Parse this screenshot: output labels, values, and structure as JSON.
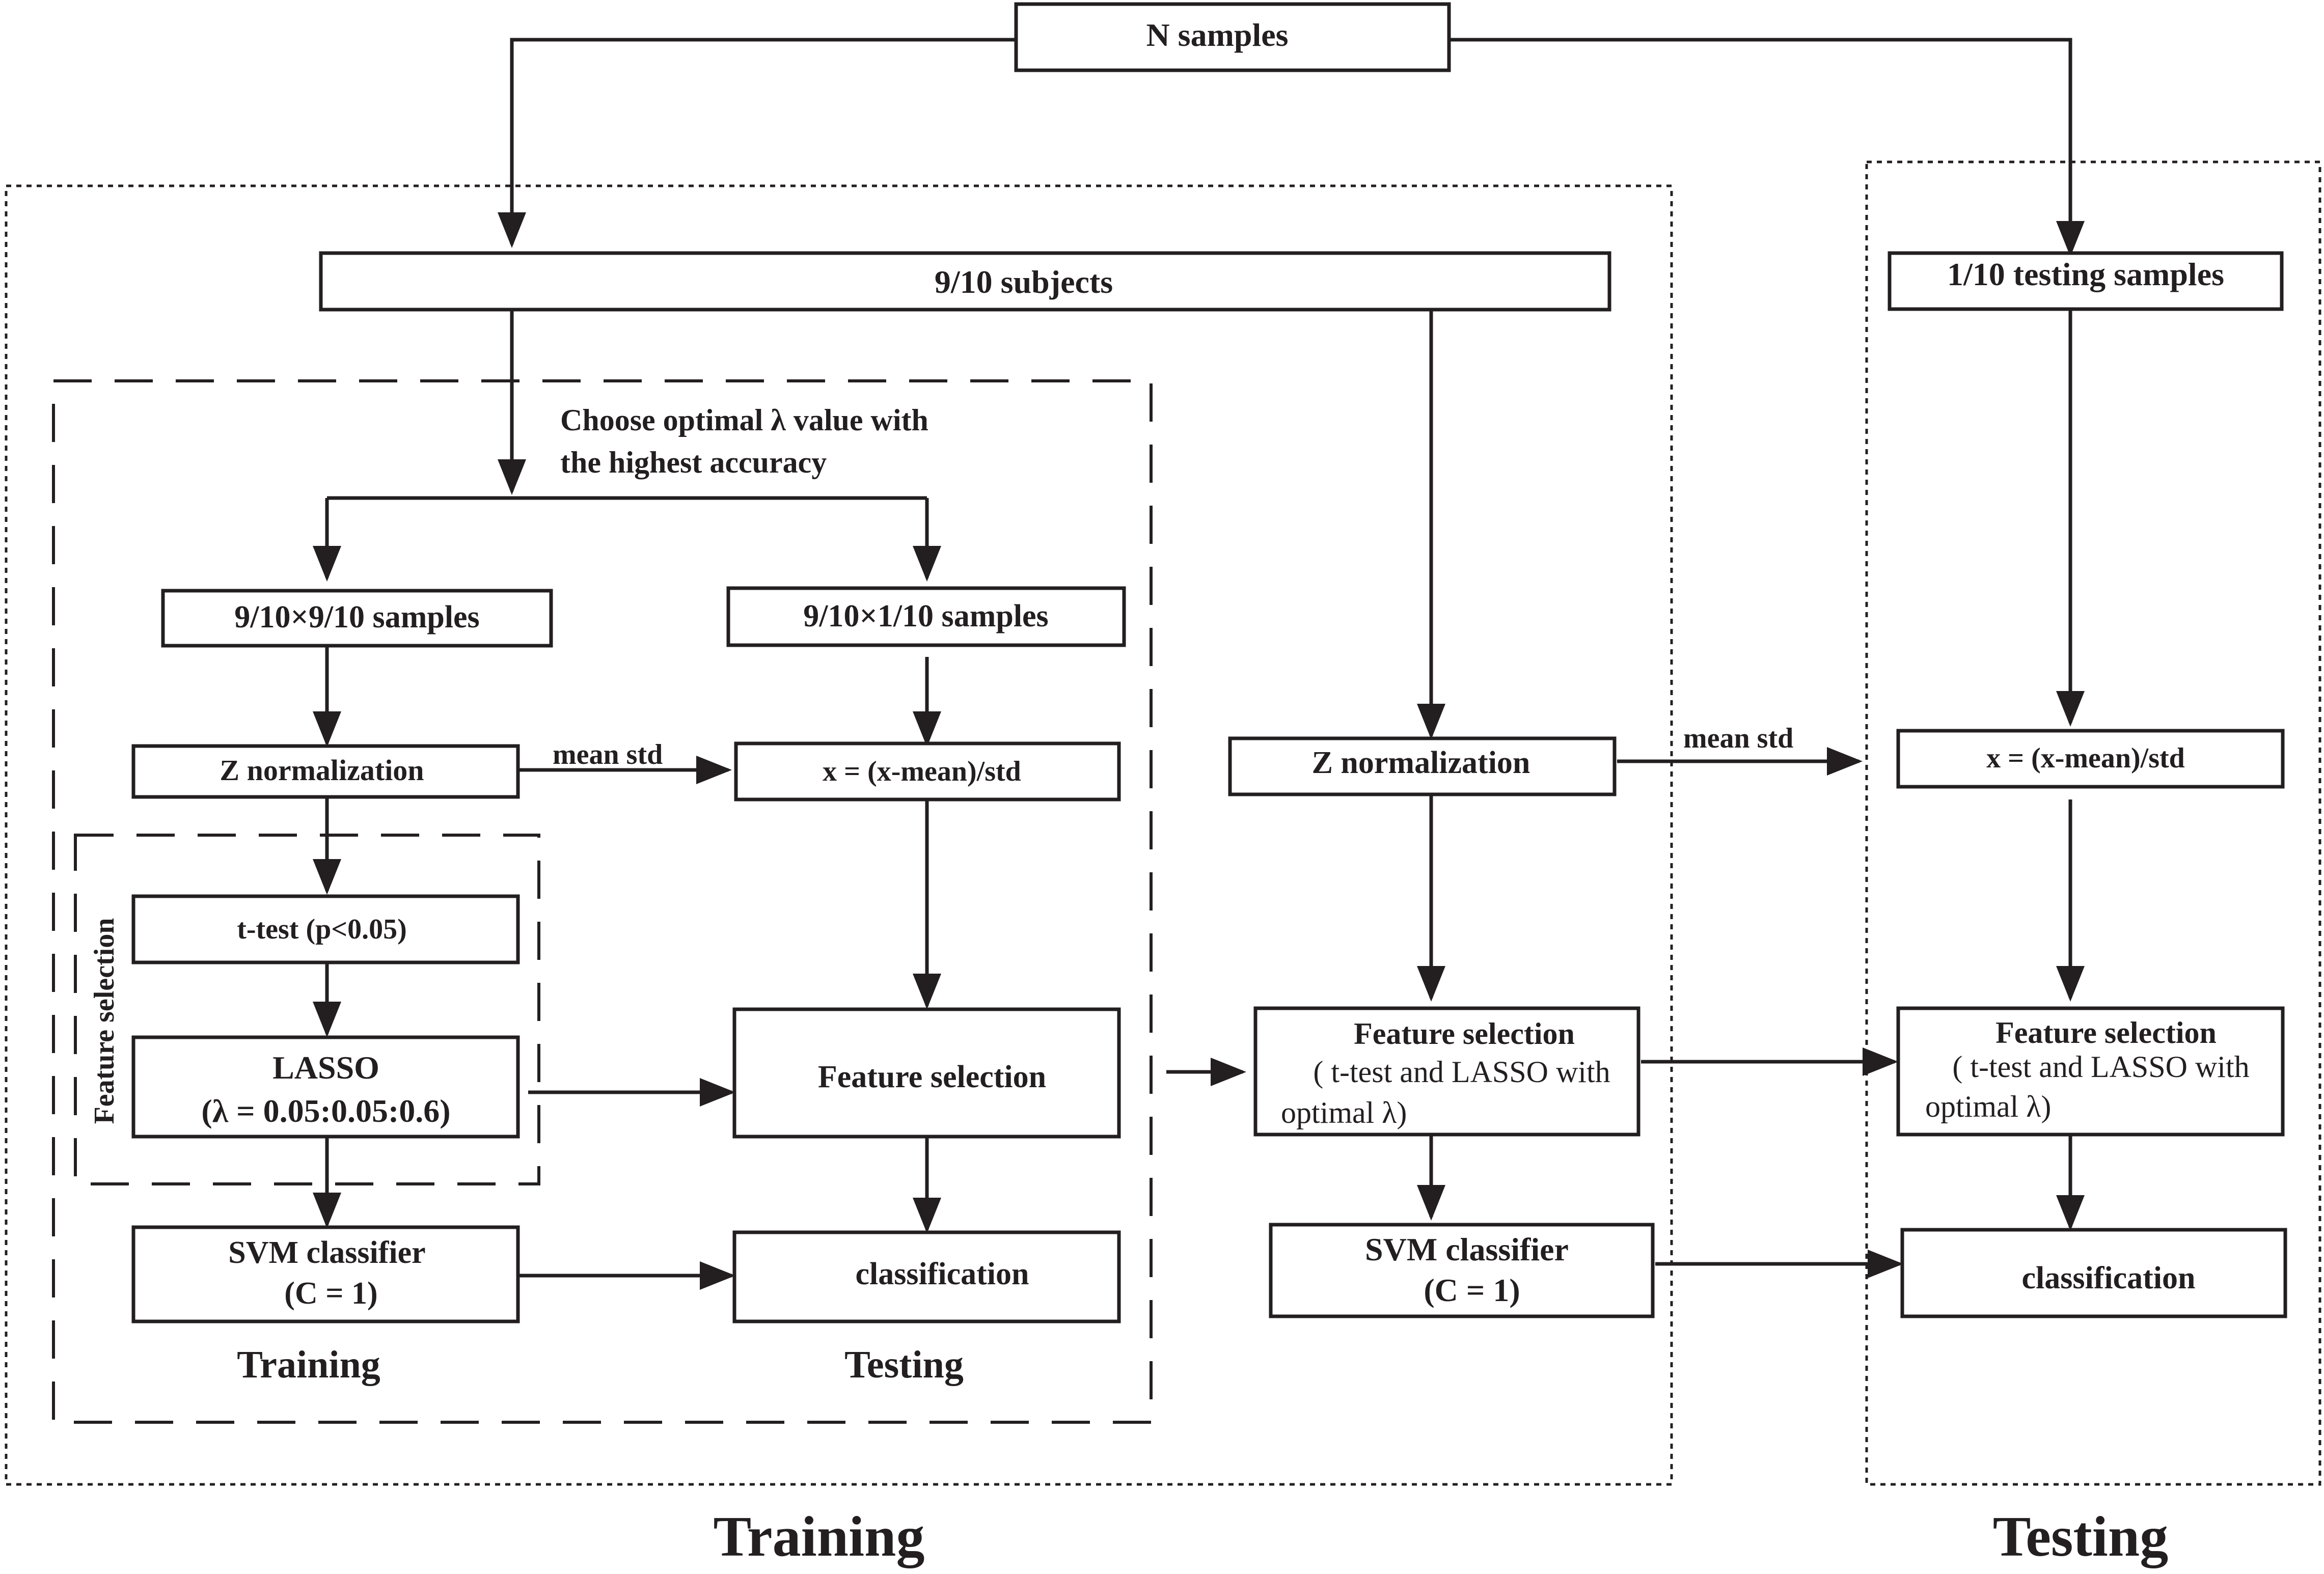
{
  "boxes": {
    "n_samples": "N samples",
    "subjects_9_10": "9/10 subjects",
    "testing_1_10": "1/10 testing samples",
    "samples_9_10x9_10": "9/10×9/10 samples",
    "samples_9_10x1_10": "9/10×1/10  samples",
    "z_norm_inner": "Z normalization",
    "xnorm_inner": "x = (x-mean)/std",
    "ttest": "t-test (p<0.05)",
    "lasso_line1": "LASSO",
    "lasso_line2": "(λ = 0.05:0.05:0.6)",
    "feature_sel_inner": "Feature selection",
    "svm_inner_line1": "SVM classifier",
    "svm_inner_line2": "(C = 1)",
    "classification_inner": "classification",
    "z_norm_outer": "Z normalization",
    "fs_outer_line1": "Feature selection",
    "fs_outer_line2": "( t-test and LASSO with",
    "fs_outer_line3": "optimal λ)",
    "svm_outer_line1": "SVM classifier",
    "svm_outer_line2": "(C = 1)",
    "xnorm_test": "x = (x-mean)/std",
    "fs_test_line1": "Feature selection",
    "fs_test_line2": "( t-test and LASSO with",
    "fs_test_line3": "optimal λ)",
    "classification_test": "classification"
  },
  "labels": {
    "choose_line1": "Choose optimal λ value with",
    "choose_line2": "the highest accuracy",
    "mean_std_inner": "mean  std",
    "mean_std_outer": "mean  std",
    "feature_selection_vertical": "Feature selection",
    "inner_training": "Training",
    "inner_testing": "Testing",
    "outer_training": "Training",
    "outer_testing": "Testing"
  }
}
